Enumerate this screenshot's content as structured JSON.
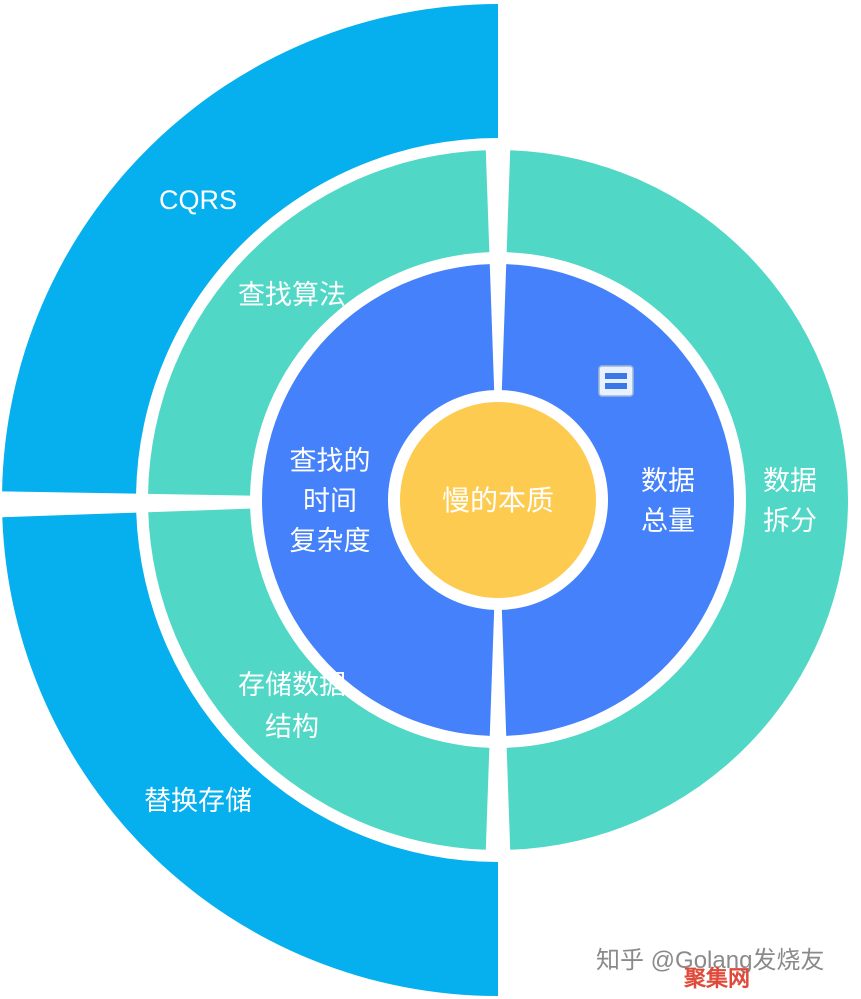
{
  "center": {
    "label": "慢的本质"
  },
  "inner_ring": {
    "left": [
      "查找的",
      "时间",
      "复杂度"
    ],
    "right": [
      "数据",
      "总量"
    ]
  },
  "middle_ring": {
    "top_left": "查找算法",
    "bottom_left": [
      "存储数据",
      "结构"
    ],
    "right": [
      "数据",
      "拆分"
    ]
  },
  "outer_ring": {
    "top_left": "CQRS",
    "bottom_left": "替换存储"
  },
  "watermark": {
    "text": "知乎 @Golang发烧友",
    "overlay": "聚集网"
  },
  "icons": {
    "topic": "note-icon"
  },
  "colors": {
    "center": "#FDCB50",
    "inner": "#4481FA",
    "middle": "#50D7C6",
    "outer": "#06AFEE",
    "text": "#FFFFFF"
  }
}
